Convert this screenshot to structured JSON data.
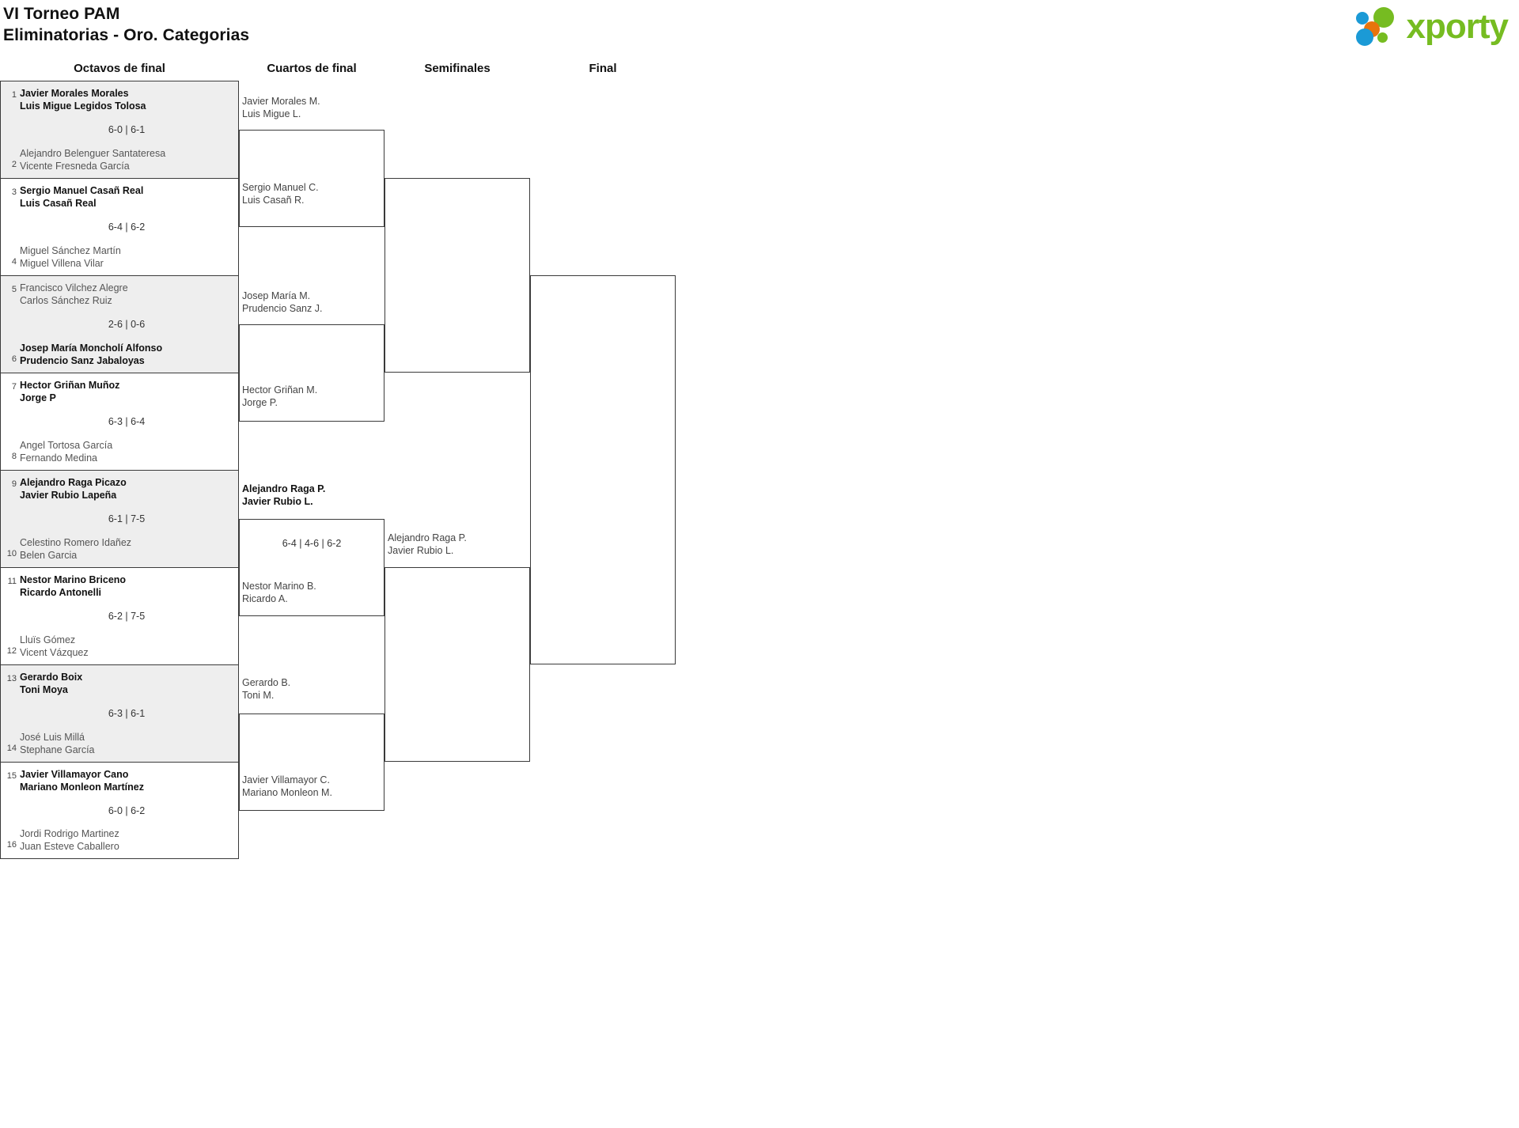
{
  "header": {
    "title_line1": "VI Torneo PAM",
    "title_line2": "Eliminatorias - Oro. Categorias",
    "logo_word": "xporty"
  },
  "rounds": [
    {
      "label": "Octavos de final"
    },
    {
      "label": "Cuartos de final"
    },
    {
      "label": "Semifinales"
    },
    {
      "label": "Final"
    }
  ],
  "round16": [
    {
      "seed_top": "1",
      "top_p1": "Javier Morales Morales",
      "top_p2": "Luis Migue Legidos Tolosa",
      "score": "6-0 | 6-1",
      "seed_bot": "2",
      "bot_p1": "Alejandro Belenguer Santateresa",
      "bot_p2": "Vicente Fresneda García",
      "winner": "top"
    },
    {
      "seed_top": "3",
      "top_p1": "Sergio Manuel Casañ Real",
      "top_p2": "Luis Casañ Real",
      "score": "6-4 | 6-2",
      "seed_bot": "4",
      "bot_p1": "Miguel Sánchez Martín",
      "bot_p2": "Miguel Villena Vilar",
      "winner": "top"
    },
    {
      "seed_top": "5",
      "top_p1": "Francisco Vilchez Alegre",
      "top_p2": "Carlos Sánchez Ruiz",
      "score": "2-6 | 0-6",
      "seed_bot": "6",
      "bot_p1": "Josep María Moncholí Alfonso",
      "bot_p2": "Prudencio Sanz Jabaloyas",
      "winner": "bottom"
    },
    {
      "seed_top": "7",
      "top_p1": "Hector Griñan Muñoz",
      "top_p2": "Jorge P",
      "score": "6-3 | 6-4",
      "seed_bot": "8",
      "bot_p1": "Angel Tortosa García",
      "bot_p2": "Fernando Medina",
      "winner": "top"
    },
    {
      "seed_top": "9",
      "top_p1": "Alejandro Raga Picazo",
      "top_p2": "Javier Rubio Lapeña",
      "score": "6-1 | 7-5",
      "seed_bot": "10",
      "bot_p1": "Celestino Romero Idañez",
      "bot_p2": "Belen Garcia",
      "winner": "top"
    },
    {
      "seed_top": "11",
      "top_p1": "Nestor Marino Briceno",
      "top_p2": "Ricardo Antonelli",
      "score": "6-2 | 7-5",
      "seed_bot": "12",
      "bot_p1": "Lluïs Gómez",
      "bot_p2": "Vicent Vázquez",
      "winner": "top"
    },
    {
      "seed_top": "13",
      "top_p1": "Gerardo Boix",
      "top_p2": "Toni Moya",
      "score": "6-3 | 6-1",
      "seed_bot": "14",
      "bot_p1": "José Luis Millá",
      "bot_p2": "Stephane García",
      "winner": "top"
    },
    {
      "seed_top": "15",
      "top_p1": "Javier Villamayor Cano",
      "top_p2": "Mariano Monleon Martínez",
      "score": "6-0 | 6-2",
      "seed_bot": "16",
      "bot_p1": "Jordi Rodrigo Martinez",
      "bot_p2": "Juan Esteve Caballero",
      "winner": "top"
    }
  ],
  "quarters": [
    {
      "p1": "Javier Morales M.",
      "p2": "Luis Migue L.",
      "bold": false,
      "score": ""
    },
    {
      "p1": "Sergio Manuel C.",
      "p2": "Luis Casañ R.",
      "bold": false,
      "score": ""
    },
    {
      "p1": "Josep María M.",
      "p2": "Prudencio Sanz J.",
      "bold": false,
      "score": ""
    },
    {
      "p1": "Hector Griñan M.",
      "p2": "Jorge P.",
      "bold": false,
      "score": ""
    },
    {
      "p1": "Alejandro Raga P.",
      "p2": "Javier Rubio L.",
      "bold": true,
      "score": "6-4 | 4-6 | 6-2"
    },
    {
      "p1": "Nestor Marino B.",
      "p2": "Ricardo A.",
      "bold": false,
      "score": ""
    },
    {
      "p1": "Gerardo B.",
      "p2": "Toni M.",
      "bold": false,
      "score": ""
    },
    {
      "p1": "Javier Villamayor C.",
      "p2": "Mariano Monleon M.",
      "bold": false,
      "score": ""
    }
  ],
  "semis": [
    {
      "p1": "Alejandro Raga P.",
      "p2": "Javier Rubio L.",
      "bold": false,
      "score": ""
    }
  ]
}
